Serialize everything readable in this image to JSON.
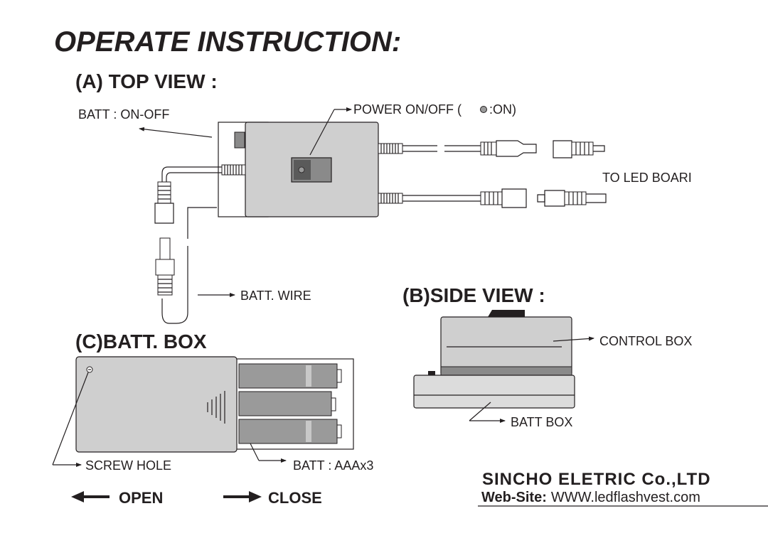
{
  "title": "OPERATE  INSTRUCTION:",
  "sections": {
    "top_view": "(A) TOP VIEW :",
    "side_view": "(B)SIDE VIEW :",
    "batt_box": "(C)BATT. BOX"
  },
  "labels": {
    "batt_on_off": "BATT : ON-OFF",
    "power_on_off": "POWER  ON/OFF (",
    "power_on_suffix": ":ON)",
    "to_led_board": "TO LED BOARI",
    "batt_wire": "BATT. WIRE",
    "control_box": "CONTROL BOX",
    "batt_box_side": "BATT  BOX",
    "screw_hole": "SCREW HOLE",
    "batt_aaa": "BATT : AAAx3",
    "open": "OPEN",
    "close": "CLOSE"
  },
  "company": {
    "name": "SINCHO ELETRIC Co.,LTD",
    "web_label": "Web-Site:",
    "web_url": "WWW.ledflashvest.com"
  }
}
